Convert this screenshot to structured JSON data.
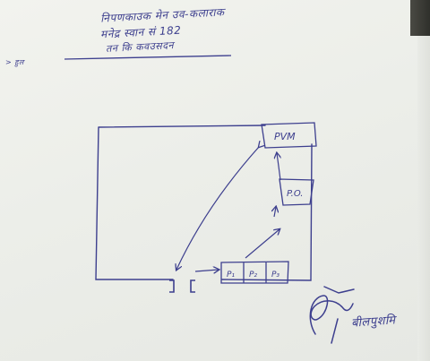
{
  "header_lines": [
    "निपणकाउक मेन उव-कलाराक",
    "मनेद्र स्वान सं 182",
    "तन कि कवउसदन"
  ],
  "margin_note": "> हुल",
  "diagram": {
    "boxes": {
      "pvm": "PVM",
      "po": "P.O.",
      "p1": "P₁",
      "p2": "P₂",
      "p3": "P₃"
    }
  },
  "signature_name": "बीलपुशमि"
}
